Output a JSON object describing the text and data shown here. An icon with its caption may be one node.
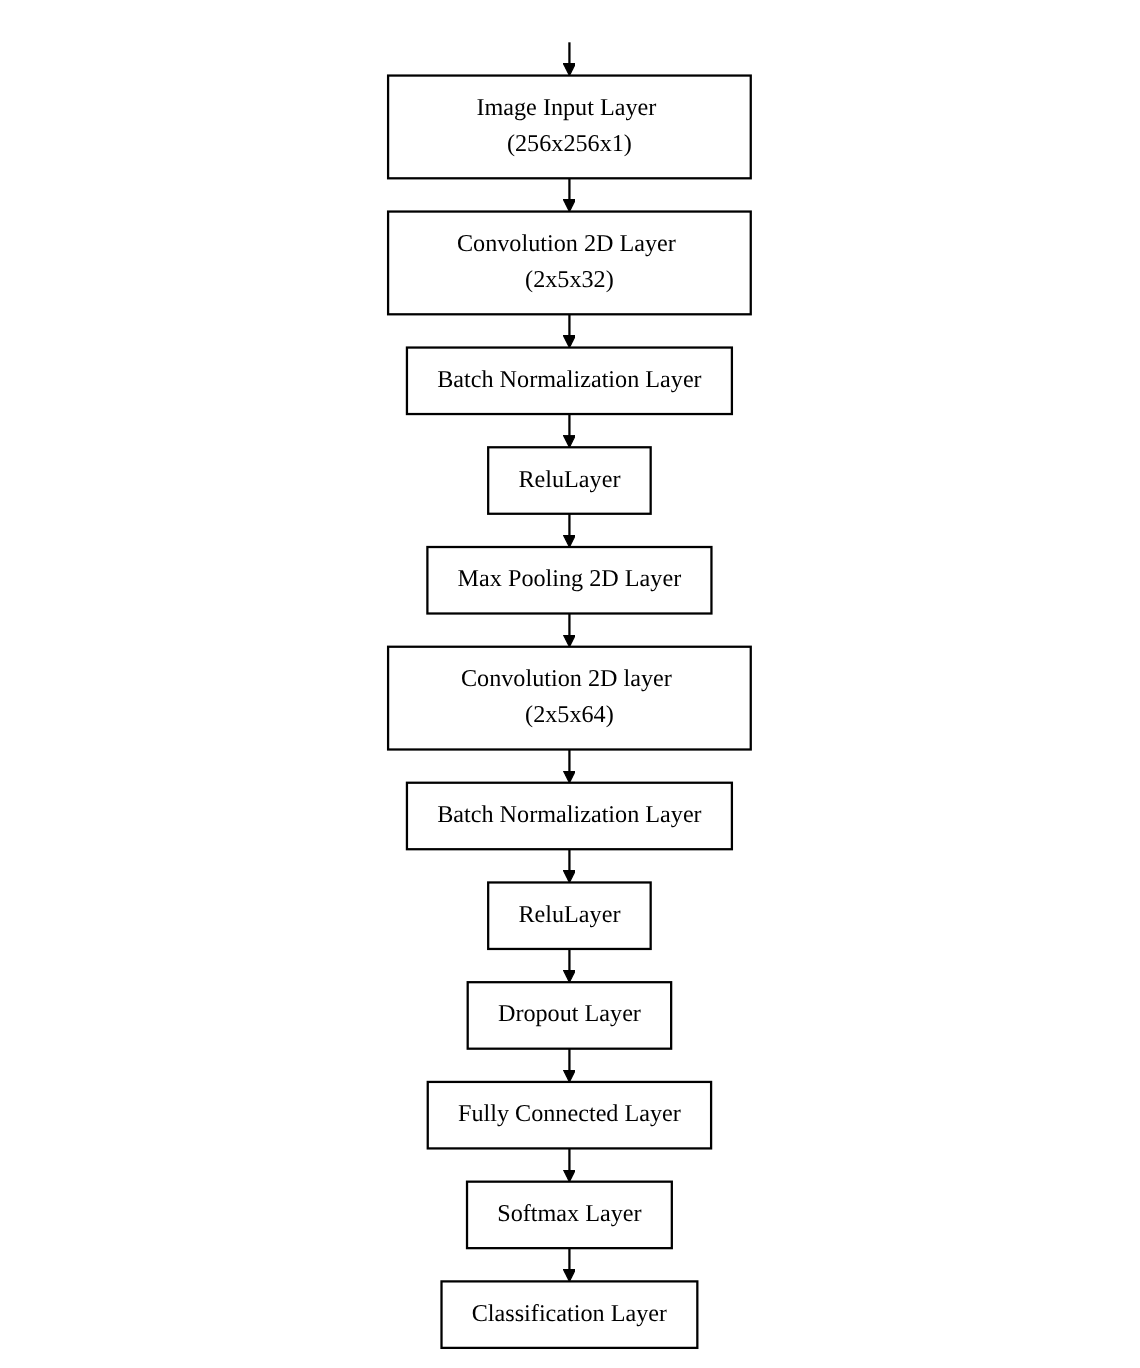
{
  "diagram": {
    "nodes": [
      {
        "text": [
          "Image Input Layer (256x256x1)"
        ]
      },
      {
        "text": [
          "Convolution 2D Layer (2x5x32)"
        ]
      },
      {
        "text": [
          "Batch Normalization Layer"
        ]
      },
      {
        "text": [
          "ReluLayer"
        ]
      },
      {
        "text": [
          "Max Pooling 2D Layer"
        ]
      },
      {
        "text": [
          "Convolution 2D layer (2x5x64)"
        ]
      },
      {
        "text": [
          "Batch Normalization Layer"
        ]
      },
      {
        "text": [
          "ReluLayer"
        ]
      },
      {
        "text": [
          "Dropout Layer"
        ]
      },
      {
        "text": [
          "Fully Connected Layer"
        ]
      },
      {
        "text": [
          "Softmax Layer"
        ]
      },
      {
        "text": [
          "Classification Layer"
        ]
      }
    ],
    "edges": [
      {
        "from": null,
        "to": 0,
        "arrow": "to"
      },
      {
        "from": 0,
        "to": 1,
        "arrow": "to"
      },
      {
        "from": 1,
        "to": 2,
        "arrow": "to"
      },
      {
        "from": 2,
        "to": 3,
        "arrow": "to"
      },
      {
        "from": 3,
        "to": 4,
        "arrow": "to"
      },
      {
        "from": 4,
        "to": 5,
        "arrow": "to"
      },
      {
        "from": 5,
        "to": 6,
        "arrow": "to"
      },
      {
        "from": 6,
        "to": 7,
        "arrow": "to"
      },
      {
        "from": 7,
        "to": 8,
        "arrow": "to"
      },
      {
        "from": 8,
        "to": 9,
        "arrow": "to"
      },
      {
        "from": 9,
        "to": 10,
        "arrow": "to"
      },
      {
        "from": 10,
        "to": 11,
        "arrow": "to"
      }
    ]
  }
}
